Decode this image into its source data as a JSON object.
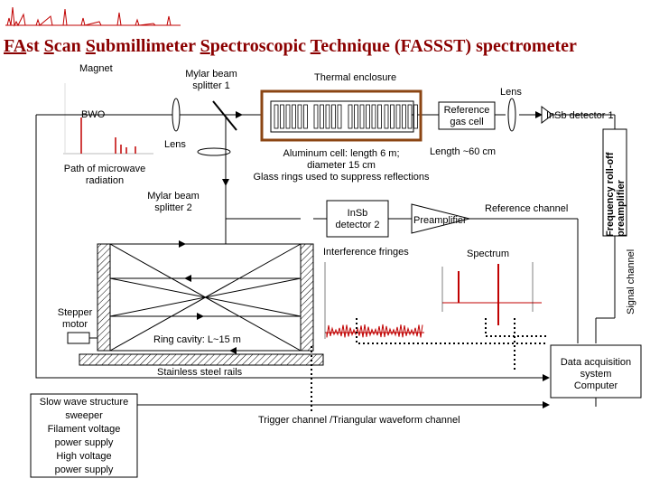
{
  "title": {
    "parts": [
      {
        "u": "FA",
        "t": "st "
      },
      {
        "u": "S",
        "t": "can "
      },
      {
        "u": "S",
        "t": "ubmillimeter "
      },
      {
        "u": "S",
        "t": "pectroscopic "
      },
      {
        "u": "T",
        "t": "echnique (FASSST) spectrometer"
      }
    ]
  },
  "labels": {
    "magnet": "Magnet",
    "mylar1": [
      "Mylar beam",
      "splitter 1"
    ],
    "thermal": "Thermal enclosure",
    "lens_top": "Lens",
    "bwo": "BWO",
    "refgas": [
      "Reference",
      "gas cell"
    ],
    "insb1": "InSb detector 1",
    "lens_mid": "Lens",
    "path": [
      "Path of microwave",
      "radiation"
    ],
    "alcell": [
      "Aluminum cell: length 6 m;",
      "diameter 15 cm",
      "Glass rings used to suppress reflections"
    ],
    "length60": "Length ~60 cm",
    "mylar2": [
      "Mylar beam",
      "splitter 2"
    ],
    "insb2": [
      "InSb",
      "detector 2"
    ],
    "preamp": "Preamplifier",
    "refchan": "Reference channel",
    "freqroll": [
      "Frequency roll-off",
      "preamplifier"
    ],
    "signal": "Signal channel",
    "fringes": "Interference fringes",
    "spectrum": "Spectrum",
    "stepper": [
      "Stepper",
      "motor"
    ],
    "ring": "Ring cavity: L~15 m",
    "rails": "Stainless steel rails",
    "daq": [
      "Data acquisition",
      "system",
      "Computer"
    ],
    "sweeper": [
      "Slow wave structure",
      "sweeper",
      "Filament voltage",
      "power supply",
      "High voltage",
      "power supply"
    ],
    "trigger": "Trigger channel /Triangular waveform channel"
  },
  "colors": {
    "title": "#8b0000",
    "enclosure": "#8b4513",
    "trace": "#c00000",
    "line": "#000000"
  }
}
